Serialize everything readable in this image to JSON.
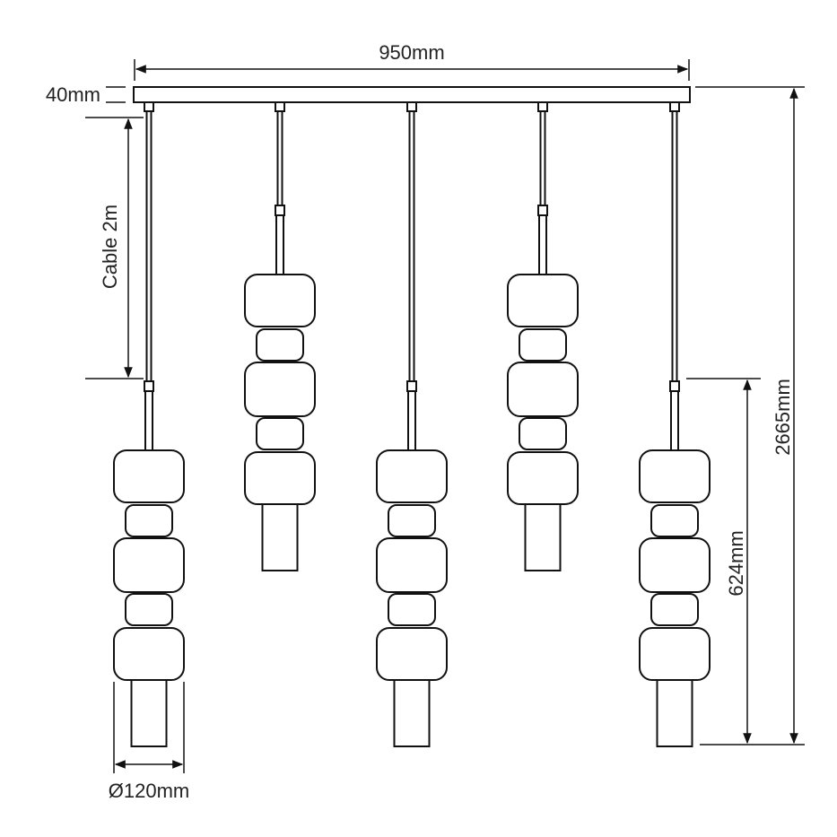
{
  "title": "5-light linear pendant dimension drawing",
  "dimensions": {
    "width": "950mm",
    "canopy_height": "40mm",
    "cable": "Cable 2m",
    "total_height": "2665mm",
    "pendant_height": "624mm",
    "diameter": "Ø120mm"
  },
  "pendant_count": 5,
  "colors": {
    "line": "#111111",
    "text": "#222222"
  }
}
